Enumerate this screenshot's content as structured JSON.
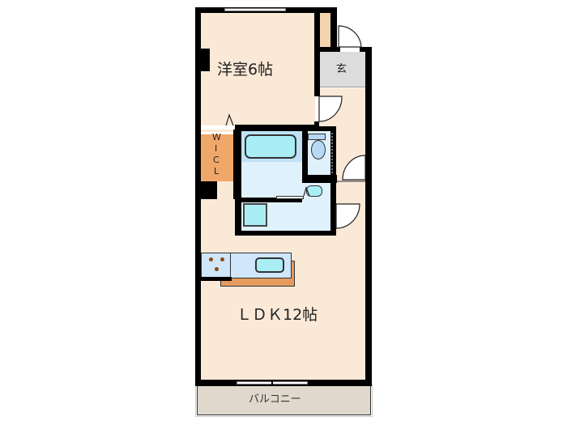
{
  "floorplan": {
    "rooms": [
      {
        "id": "western-room",
        "label": "洋室6帖"
      },
      {
        "id": "entrance",
        "label": "玄"
      },
      {
        "id": "walk-in-closet",
        "label": "W\nI\nC\nL",
        "label_chars": [
          "W",
          "I",
          "C",
          "L"
        ]
      },
      {
        "id": "ldk",
        "label": "ＬＤＫ12帖"
      },
      {
        "id": "balcony",
        "label": "バルコニー"
      }
    ],
    "fixtures": [
      "bathtub",
      "toilet",
      "wash-basin",
      "washing-machine-pan",
      "kitchen-stove",
      "kitchen-sink"
    ],
    "colors": {
      "floor": "#fbe9d7",
      "wet_area": "#dff1fb",
      "fixture": "#a9eef5",
      "closet": "#f0a76a",
      "storage": "#f4d3b0",
      "entrance": "#dcdcdc",
      "balcony": "#e0d8cd",
      "wall": "#000000"
    }
  }
}
